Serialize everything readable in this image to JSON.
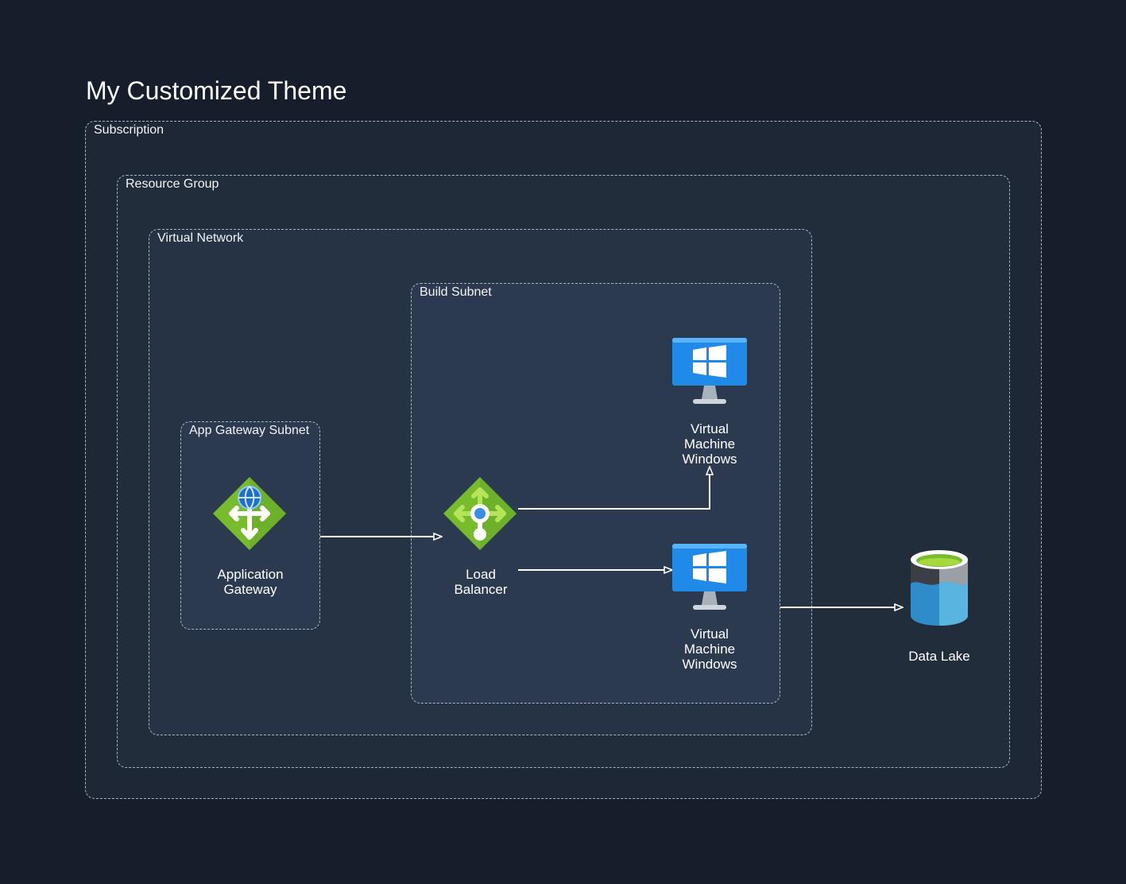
{
  "title": "My Customized Theme",
  "containers": {
    "subscription": "Subscription",
    "resource_group": "Resource Group",
    "virtual_network": "Virtual Network",
    "build_subnet": "Build Subnet",
    "app_gateway_subnet": "App Gateway Subnet"
  },
  "nodes": {
    "app_gateway": "Application\nGateway",
    "load_balancer": "Load\nBalancer",
    "vm_top": "Virtual\nMachine\nWindows",
    "vm_bottom": "Virtual\nMachine\nWindows",
    "data_lake": "Data Lake"
  },
  "icons": {
    "app_gateway": "application-gateway-icon",
    "load_balancer": "load-balancer-icon",
    "vm": "windows-virtual-machine-icon",
    "data_lake": "data-lake-icon"
  },
  "colors": {
    "background": "#171e2b",
    "subscription_fill": "#1e2735",
    "resource_group_fill": "#222d3c",
    "vnet_fill": "#263344",
    "subnet_fill": "#2b3a4e",
    "edge": "#ffffff",
    "azure_green": "#76bc2d",
    "azure_blue": "#1f8ae8",
    "lake_blue": "#4aa8d8"
  }
}
